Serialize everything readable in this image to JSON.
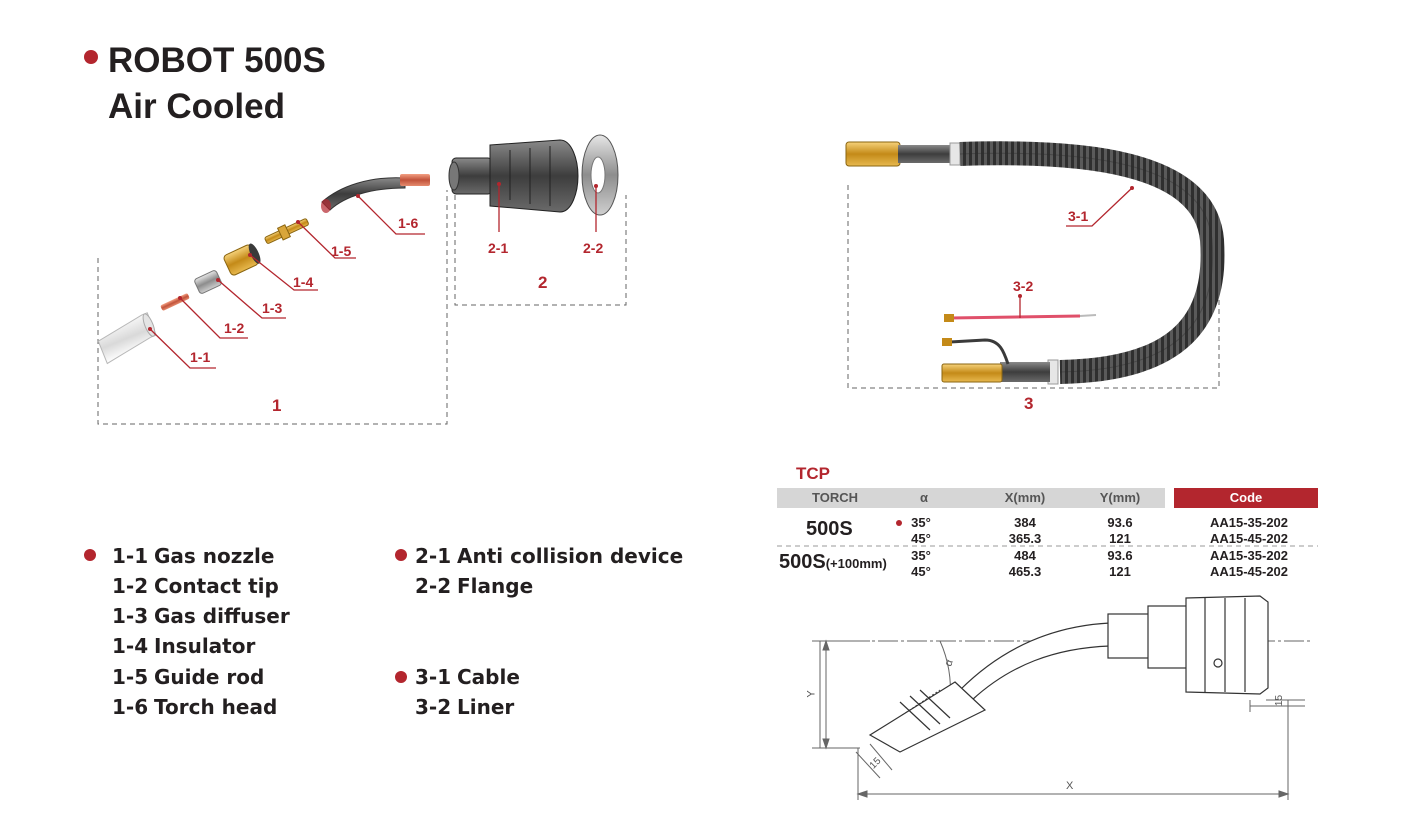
{
  "title": {
    "line1": "ROBOT 500S",
    "line2": "Air Cooled"
  },
  "callouts": {
    "c11": "1-1",
    "c12": "1-2",
    "c13": "1-3",
    "c14": "1-4",
    "c15": "1-5",
    "c16": "1-6",
    "c21": "2-1",
    "c22": "2-2",
    "c31": "3-1",
    "c32": "3-2"
  },
  "groups": {
    "g1": "1",
    "g2": "2",
    "g3": "3"
  },
  "legend": {
    "group1": [
      {
        "code": "1-1",
        "name": "Gas nozzle"
      },
      {
        "code": "1-2",
        "name": "Contact tip"
      },
      {
        "code": "1-3",
        "name": "Gas diffuser"
      },
      {
        "code": "1-4",
        "name": "Insulator"
      },
      {
        "code": "1-5",
        "name": "Guide rod"
      },
      {
        "code": "1-6",
        "name": "Torch head"
      }
    ],
    "group2": [
      {
        "code": "2-1",
        "name": "Anti collision device"
      },
      {
        "code": "2-2",
        "name": "Flange"
      }
    ],
    "group3": [
      {
        "code": "3-1",
        "name": "Cable"
      },
      {
        "code": "3-2",
        "name": "Liner"
      }
    ]
  },
  "tcp": {
    "title": "TCP",
    "headers": {
      "torch": "TORCH",
      "alpha": "α",
      "x": "X(mm)",
      "y": "Y(mm)",
      "code": "Code"
    },
    "rows": [
      {
        "torch": "500S",
        "suffix": "",
        "a1": "35°",
        "x1": "384",
        "y1": "93.6",
        "code1": "AA15-35-202",
        "a2": "45°",
        "x2": "365.3",
        "y2": "121",
        "code2": "AA15-45-202"
      },
      {
        "torch": "500S",
        "suffix": "(+100mm)",
        "a1": "35°",
        "x1": "484",
        "y1": "93.6",
        "code1": "AA15-35-202",
        "a2": "45°",
        "x2": "465.3",
        "y2": "121",
        "code2": "AA15-45-202"
      }
    ]
  },
  "drawing": {
    "x_label": "X",
    "y_label": "Y",
    "alpha_label": "α",
    "dim15a": "15",
    "dim15b": "15"
  },
  "colors": {
    "accent": "#b3262e",
    "header_gray": "#d6d6d6"
  }
}
